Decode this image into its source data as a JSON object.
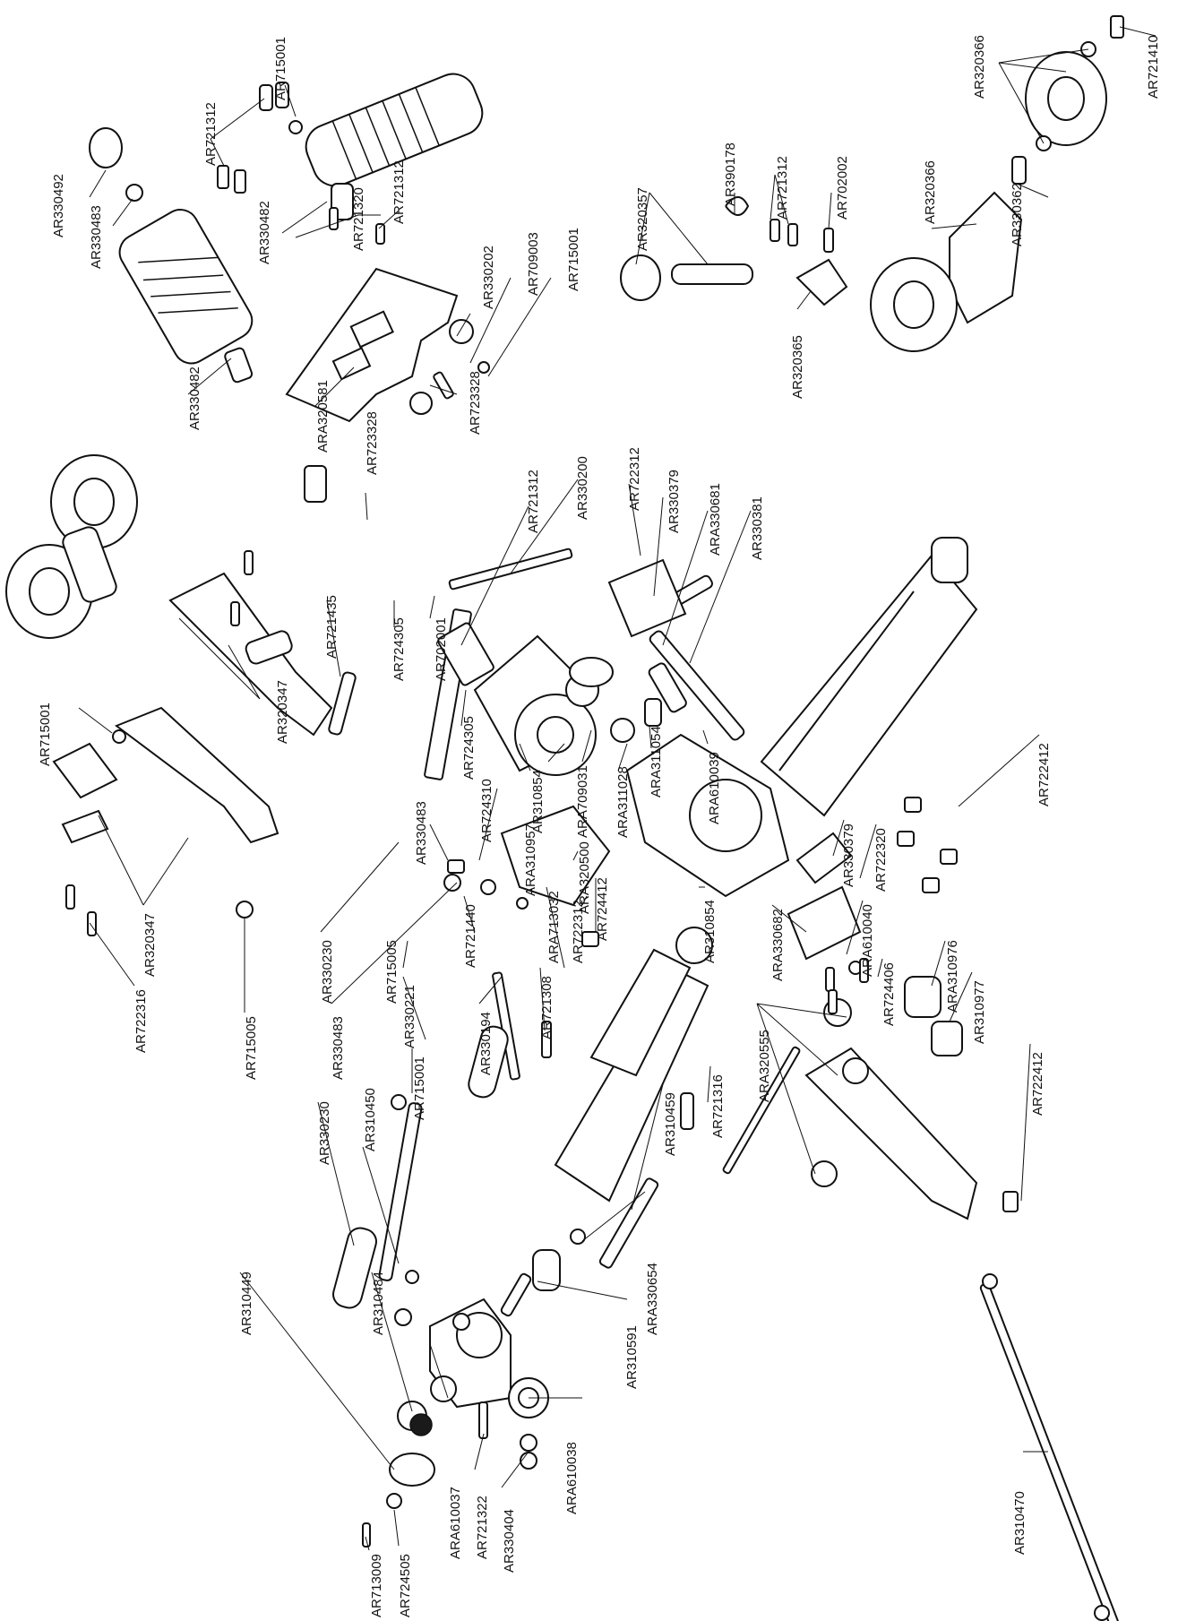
{
  "diagram": {
    "labels": [
      "AR721312",
      "AR715001",
      "AR330492",
      "AR330483",
      "AR330482",
      "AR721320",
      "AR721312",
      "AR330202",
      "AR709003",
      "AR715001",
      "AR330482",
      "ARA320581",
      "AR723328",
      "AR723328",
      "AR320357",
      "AR390178",
      "AR721312",
      "AR702002",
      "AR320365",
      "AR320366",
      "AR721410",
      "AR330362",
      "AR320366",
      "AR721312",
      "AR330200",
      "AR722312",
      "AR330379",
      "ARA330681",
      "AR330381",
      "AR715001",
      "AR320347",
      "AR721435",
      "AR724305",
      "AR702001",
      "AR724305",
      "AR330483",
      "AR724310",
      "ARA310957",
      "AR310854",
      "ARA709031",
      "ARA311028",
      "ARA311054",
      "ARA610039",
      "AR722412",
      "AR330379",
      "AR722320",
      "ARA320500",
      "AR722312",
      "AR310854",
      "ARA330682",
      "ARA610040",
      "AR320347",
      "AR722316",
      "AR715005",
      "AR330230",
      "AR330483",
      "AR724412",
      "ARA713032",
      "AR721440",
      "AR724406",
      "ARA310976",
      "AR310977",
      "AR722412",
      "AR721308",
      "AR330194",
      "AR715005",
      "AR330221",
      "AR330230",
      "AR310450",
      "AR715001",
      "AR721316",
      "AR310459",
      "ARA320555",
      "AR310449",
      "AR310484",
      "ARA610037",
      "AR721322",
      "AR330404",
      "ARA610038",
      "AR310591",
      "ARA330654",
      "AR713009",
      "AR724505",
      "AR310470"
    ]
  }
}
